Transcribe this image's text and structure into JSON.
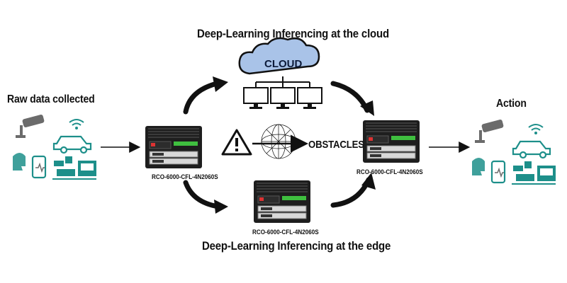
{
  "titles": {
    "cloud_inferencing": "Deep-Learning Inferencing at the cloud",
    "edge_inferencing": "Deep-Learning Inferencing at the edge"
  },
  "nodes": {
    "raw_data": "Raw data collected",
    "action": "Action",
    "cloud": "CLOUD",
    "obstacles": "OBSTACLES"
  },
  "devices": {
    "left_model": "RCO-6000-CFL-4N2060S",
    "bottom_model": "RCO-6000-CFL-4N2060S",
    "right_model": "RCO-6000-CFL-4N2060S"
  },
  "colors": {
    "cloud_fill": "#a9c3e8",
    "teal_icons": "#1d8f8a",
    "gray_icons": "#6b6b6b",
    "device_body": "#1e1e1e",
    "device_accent_green": "#3fbf3f",
    "device_accent_red": "#d33"
  },
  "icons": [
    "cctv-camera-icon",
    "wifi-icon",
    "car-icon",
    "smartphone-icon",
    "factory-robot-icon",
    "conveyor-icon",
    "warning-triangle-icon",
    "neural-network-icon",
    "monitor-icon"
  ]
}
